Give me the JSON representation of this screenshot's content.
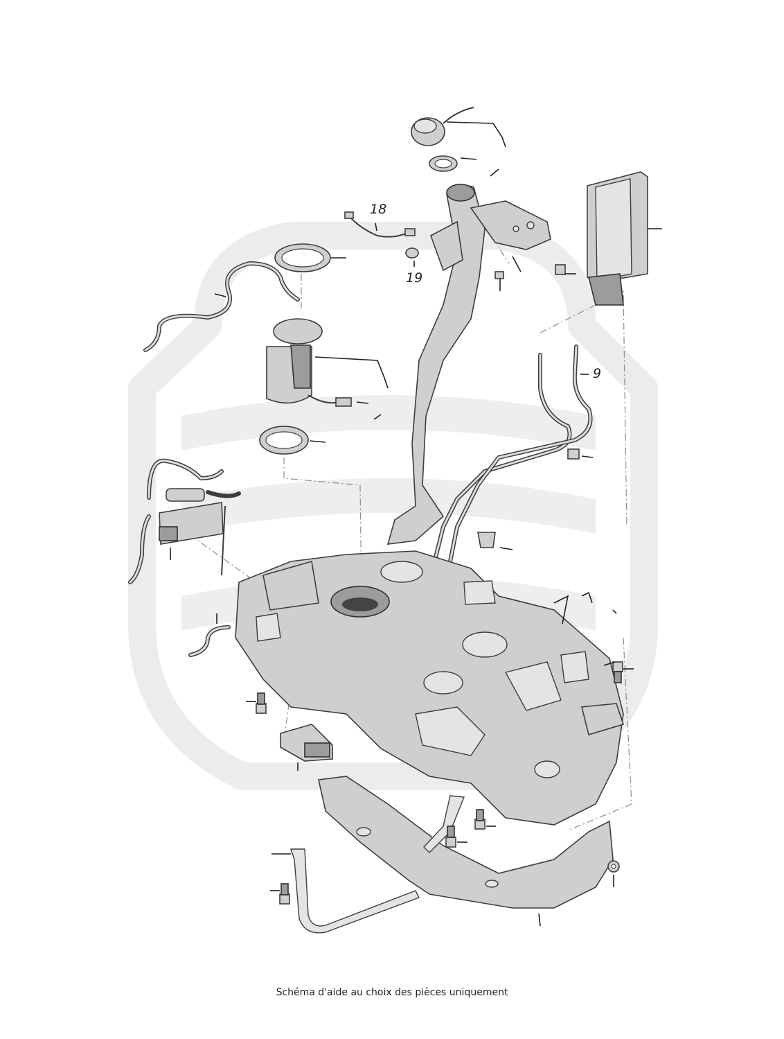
{
  "caption": "Schéma d'aide au choix des pièces uniquement",
  "callouts": {
    "c18": "18",
    "c19": "19",
    "c9": "9"
  },
  "colors": {
    "part_fill": "#cfcfcf",
    "outline": "#3c3c3c",
    "watermark": "#ececec"
  }
}
